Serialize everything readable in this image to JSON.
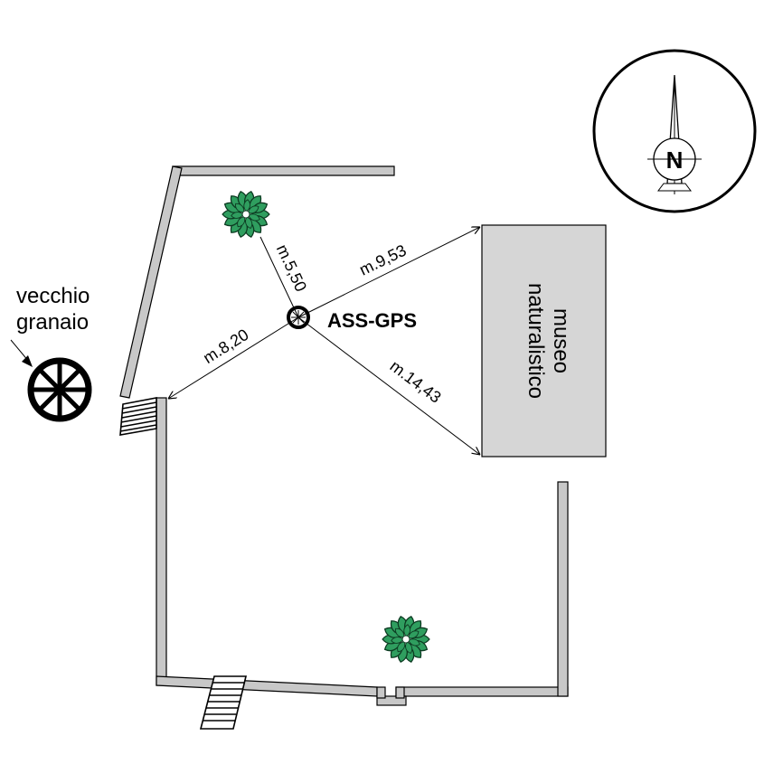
{
  "point": {
    "label": "ASS-GPS"
  },
  "distances": {
    "tree": "m.5,50",
    "museum_top": "m.9,53",
    "museum_bottom": "m.14,43",
    "wall": "m.8,20"
  },
  "museum": {
    "line1": "museo",
    "line2": "naturalistico"
  },
  "granary": {
    "line1": "vecchio",
    "line2": "granaio"
  },
  "compass": {
    "letter": "N"
  },
  "colors": {
    "wall_fill": "#c8c8c8",
    "museum_fill": "#d6d6d6",
    "tree_green": "#2f9e5f",
    "tree_dark": "#0d3b22",
    "line": "#000000"
  },
  "icons": [
    "tree-icon",
    "compass-icon",
    "granary-wheel-icon",
    "gps-point-icon",
    "stairs-icon"
  ]
}
